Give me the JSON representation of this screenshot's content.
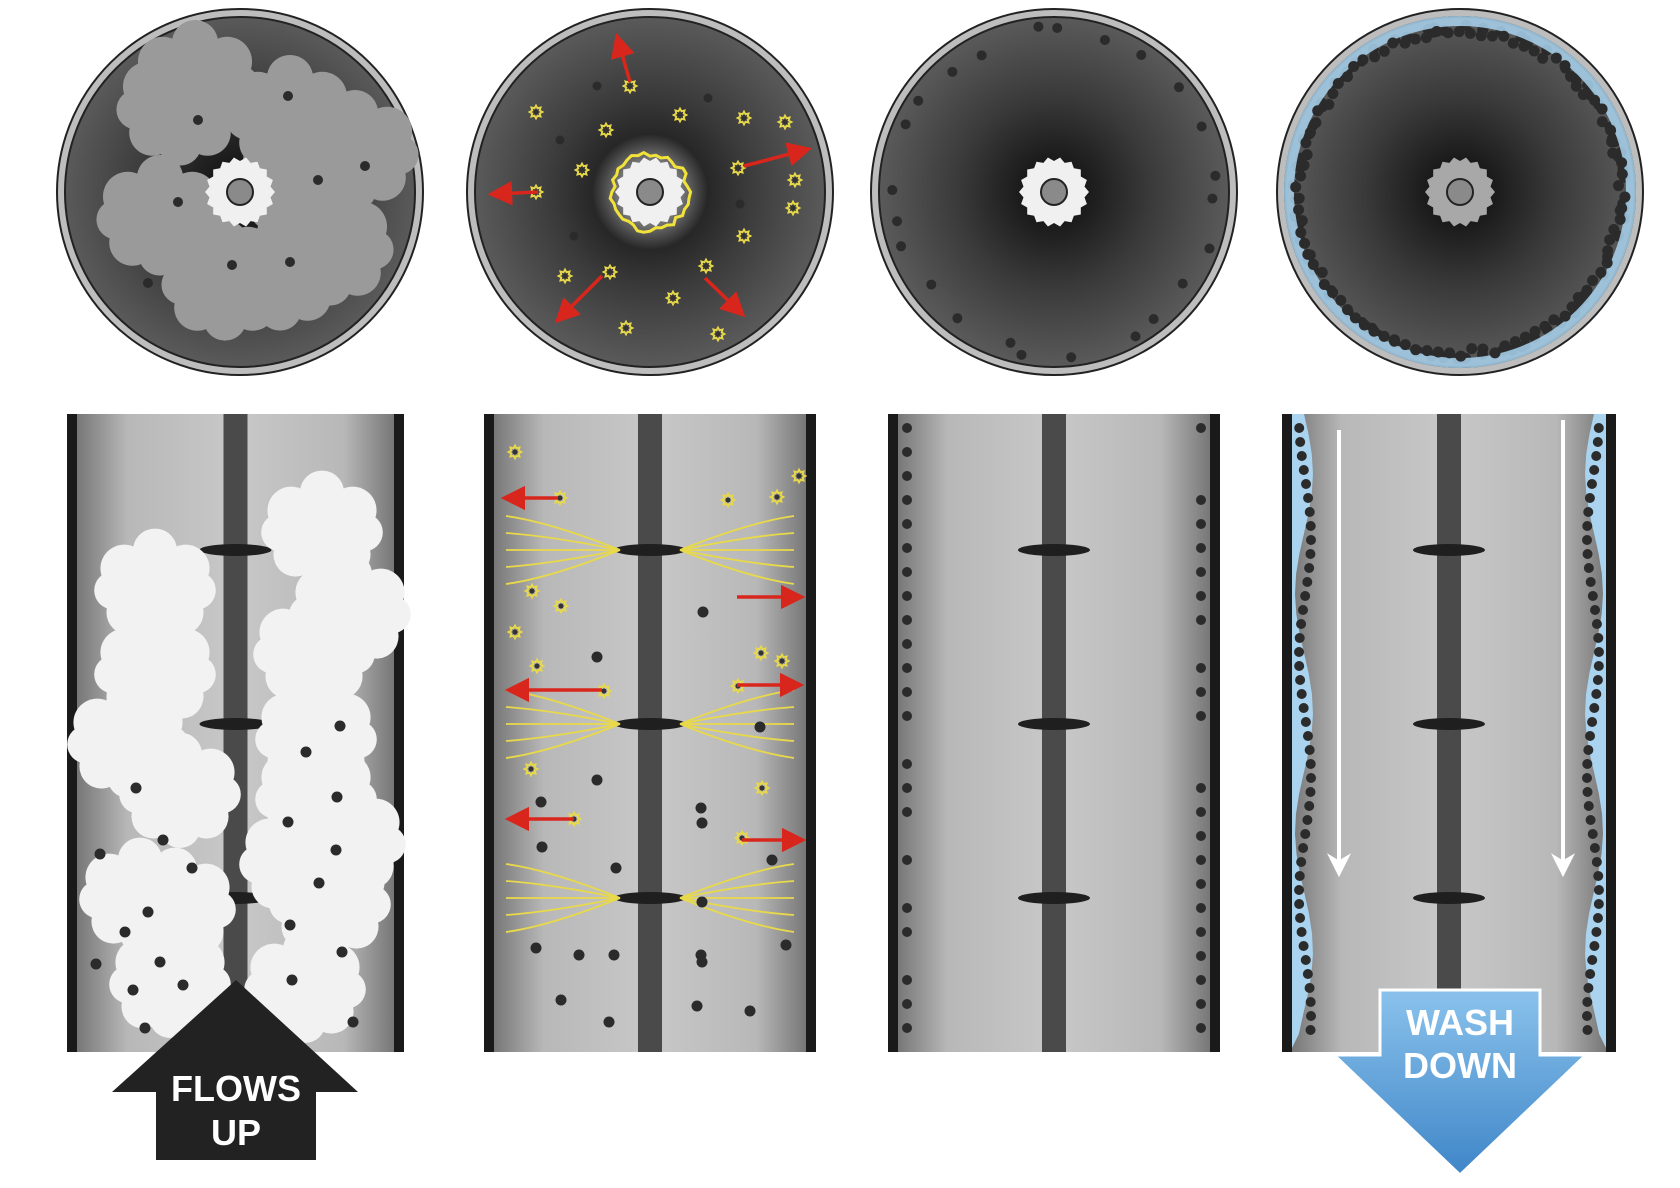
{
  "flow_arrow": {
    "line1": "FLOWS",
    "line2": "UP"
  },
  "wash_arrow": {
    "line1": "WASH",
    "line2": "DOWN"
  },
  "stages": [
    {
      "id": "stage-1-collection"
    },
    {
      "id": "stage-2-charging"
    },
    {
      "id": "stage-3-collected"
    },
    {
      "id": "stage-4-washing"
    }
  ],
  "colors": {
    "tube_edge": "#1a1a1a",
    "tube_fill_light": "#c4c4c4",
    "electrode": "#4a4a4a",
    "particle": "#2b2b2b",
    "charge": "#e8d94a",
    "force_arrow": "#d9261c",
    "wash_water": "#a9d3ef",
    "wash_arrow": "#5a9fd8",
    "flow_arrow": "#222222",
    "smoke": "#f2f2f2"
  }
}
